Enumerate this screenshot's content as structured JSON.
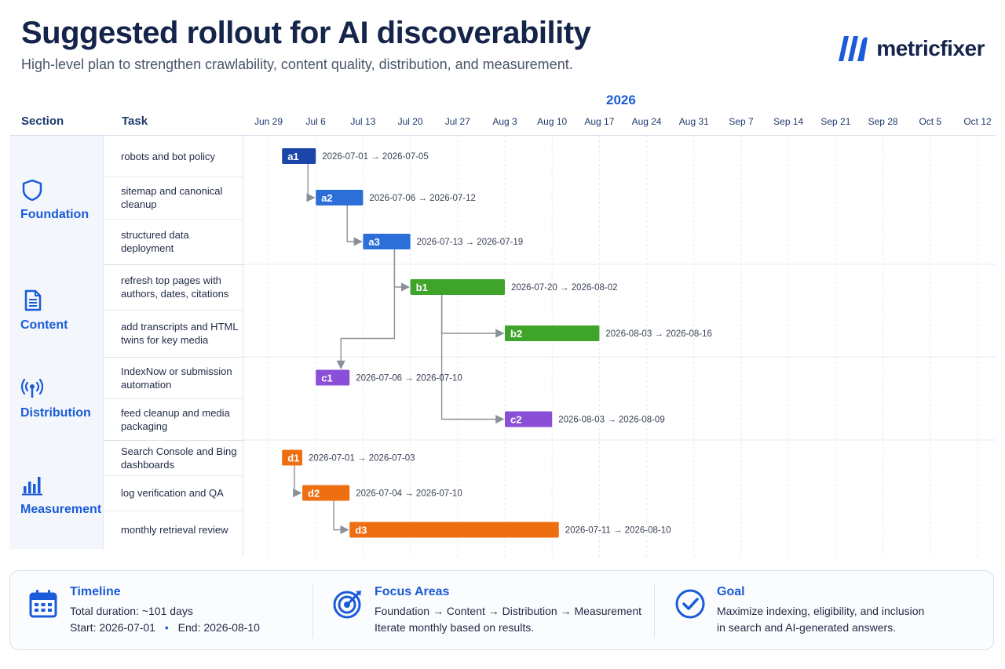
{
  "header": {
    "title": "Suggested rollout for AI discoverability",
    "subtitle": "High-level plan to strengthen crawlability, content quality, distribution, and measurement.",
    "logo_text": "metricfixer"
  },
  "colors": {
    "foundation": "#1f4fbf",
    "content": "#3ea42a",
    "distribution": "#8a4fd6",
    "measurement": "#ee6f12",
    "accent": "#1a5bd8"
  },
  "chart_data": {
    "type": "gantt",
    "year_label": "2026",
    "column_headers": {
      "section": "Section",
      "task": "Task"
    },
    "x_axis": {
      "tick_labels": [
        "Jun 29",
        "Jul 6",
        "Jul 13",
        "Jul 20",
        "Jul 27",
        "Aug 3",
        "Aug 10",
        "Aug 17",
        "Aug 24",
        "Aug 31",
        "Sep 7",
        "Sep 14",
        "Sep 21",
        "Sep 28",
        "Oct 5",
        "Oct 12"
      ],
      "range": [
        "2026-06-29",
        "2026-10-12"
      ]
    },
    "sections": [
      {
        "name": "Foundation",
        "icon": "shield-icon",
        "color_key": "foundation",
        "tasks": [
          {
            "label": "robots and bot policy",
            "id": "a1",
            "start": "2026-07-01",
            "end": "2026-07-05",
            "range_text": "2026-07-01 → 2026-07-05",
            "color": "#1b45a8"
          },
          {
            "label": "sitemap and canonical cleanup",
            "id": "a2",
            "start": "2026-07-06",
            "end": "2026-07-12",
            "range_text": "2026-07-06 → 2026-07-12",
            "color": "#2c6fd8"
          },
          {
            "label": "structured data deployment",
            "id": "a3",
            "start": "2026-07-13",
            "end": "2026-07-19",
            "range_text": "2026-07-13 → 2026-07-19",
            "color": "#2c6fd8"
          }
        ]
      },
      {
        "name": "Content",
        "icon": "document-icon",
        "color_key": "content",
        "tasks": [
          {
            "label": "refresh top pages with authors, dates, citations",
            "id": "b1",
            "start": "2026-07-20",
            "end": "2026-08-02",
            "range_text": "2026-07-20 → 2026-08-02",
            "color": "#3ea42a"
          },
          {
            "label": "add transcripts and HTML twins for key media",
            "id": "b2",
            "start": "2026-08-03",
            "end": "2026-08-16",
            "range_text": "2026-08-03 → 2026-08-16",
            "color": "#3ea42a"
          }
        ]
      },
      {
        "name": "Distribution",
        "icon": "broadcast-icon",
        "color_key": "distribution",
        "tasks": [
          {
            "label": "IndexNow or submission automation",
            "id": "c1",
            "start": "2026-07-06",
            "end": "2026-07-10",
            "range_text": "2026-07-06 → 2026-07-10",
            "color": "#8a4fd6"
          },
          {
            "label": "feed cleanup and media packaging",
            "id": "c2",
            "start": "2026-08-03",
            "end": "2026-08-09",
            "range_text": "2026-08-03 → 2026-08-09",
            "color": "#8a4fd6"
          }
        ]
      },
      {
        "name": "Measurement",
        "icon": "bar-chart-icon",
        "color_key": "measurement",
        "tasks": [
          {
            "label": "Search Console and Bing dashboards",
            "id": "d1",
            "start": "2026-07-01",
            "end": "2026-07-03",
            "range_text": "2026-07-01 → 2026-07-03",
            "color": "#ee6f12"
          },
          {
            "label": "log verification and QA",
            "id": "d2",
            "start": "2026-07-04",
            "end": "2026-07-10",
            "range_text": "2026-07-04 → 2026-07-10",
            "color": "#ee6f12"
          },
          {
            "label": "monthly retrieval review",
            "id": "d3",
            "start": "2026-07-11",
            "end": "2026-08-10",
            "range_text": "2026-07-11 → 2026-08-10",
            "color": "#ee6f12"
          }
        ]
      }
    ],
    "dependencies": [
      [
        "a1",
        "a2"
      ],
      [
        "a2",
        "a3"
      ],
      [
        "a3",
        "b1"
      ],
      [
        "a3",
        "c1"
      ],
      [
        "b1",
        "b2"
      ],
      [
        "b1",
        "c2"
      ],
      [
        "d1",
        "d2"
      ],
      [
        "d2",
        "d3"
      ]
    ],
    "grid": true
  },
  "summary": {
    "timeline": {
      "title": "Timeline",
      "line1": "Total duration: ~101 days",
      "start": "Start: 2026-07-01",
      "bullet": "•",
      "end": "End: 2026-08-10"
    },
    "focus": {
      "title": "Focus Areas",
      "line1": "Foundation → Content → Distribution → Measurement",
      "line2": "Iterate monthly based on results."
    },
    "goal": {
      "title": "Goal",
      "line1": "Maximize indexing, eligibility, and inclusion",
      "line2": "in search and AI-generated answers."
    }
  }
}
